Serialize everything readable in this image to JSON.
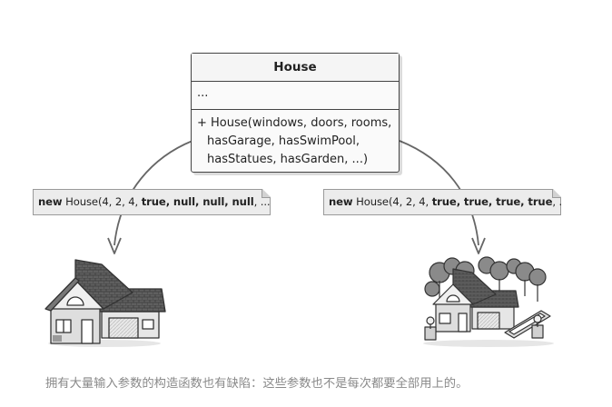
{
  "uml": {
    "title": "House",
    "fields": "...",
    "methods": [
      "+ House(windows, doors, rooms,",
      "hasGarage, hasSwimPool,",
      "hasStatues, hasGarden, ...)"
    ]
  },
  "notes": {
    "left": {
      "keyword": "new",
      "prefix": " House(4, 2, 4, ",
      "args": "true, null, null, null",
      "suffix": ", ...)"
    },
    "right": {
      "keyword": "new",
      "prefix": " House(4, 2, 4, ",
      "args": "true, true, true, true",
      "suffix": ", ...)"
    }
  },
  "caption": "拥有大量输入参数的构造函数也有缺陷：这些参数也不是每次都要全部用上的。",
  "colors": {
    "arrow": "#666666",
    "roof": "#5a5a5a",
    "wall": "#e4e4e4",
    "tree": "#8a8a8a",
    "caption": "#8a8a8a"
  }
}
